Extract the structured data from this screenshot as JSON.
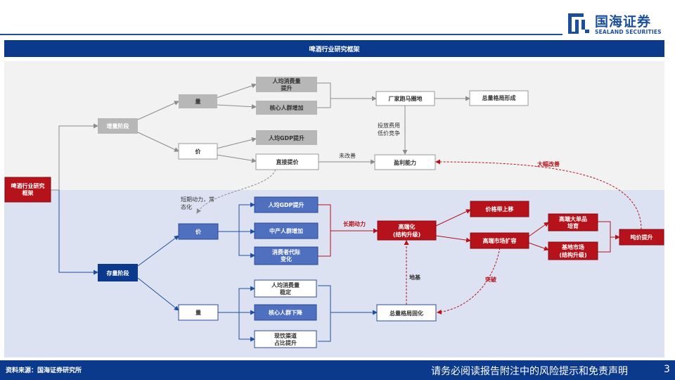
{
  "brand": {
    "name_cn": "国海证券",
    "name_en": "SEALAND SECURITIES",
    "color": "#1b4f9c"
  },
  "title": "啤酒行业研究框架",
  "colors": {
    "accent_blue": "#0b3a8c",
    "accent_red": "#b5121b",
    "gray_node": "#b7b7b7",
    "upper_bg": "#f2f2f2",
    "lower_bg": "#dde2f2"
  },
  "nodes": {
    "root": "啤酒行业研究框架",
    "growth_stage": "增量阶段",
    "volume_up": "量",
    "price_up": "价",
    "per_capita_consumption_up": "人均消费量提升",
    "core_population_increase": "核心人群增加",
    "gdp_up_upper": "人均GDP提升",
    "direct_price_increase": "直接提价",
    "land_grab": "厂家跑马圈地",
    "total_pattern_forming": "总量格局形成",
    "profitability": "盈利能力",
    "stock_stage": "存量阶段",
    "price_low": "价",
    "volume_low": "量",
    "gdp_up_lower": "人均GDP提升",
    "middle_class_increase": "中产人群增加",
    "consumer_generation_change": "消费者代际变化",
    "per_capita_consumption_stable": "人均消费量稳定",
    "core_population_decline": "核心人群下降",
    "onpremise_channel_up": "现饮渠道占比提升",
    "premiumization": "高端化",
    "premiumization_sub": "(结构升级)",
    "price_band_up": "价格带上移",
    "premium_market_expand": "高端市场扩容",
    "premium_big_item": "高端大单品培育",
    "base_market": "基地市场",
    "base_market_sub": "(结构升级)",
    "ton_price_up": "吨价提升",
    "total_pattern_solidify": "总量格局固化"
  },
  "labels": {
    "investment_cost": "投放费用",
    "price_competition": "低价竞争",
    "not_improved": "未改善",
    "greatly_improved": "大幅改善",
    "short_term_driver": "短期动力，常",
    "normalized": "态化",
    "long_term_driver": "长期动力",
    "foundation": "地基",
    "breakthrough": "突破"
  },
  "footer": {
    "source": "资料来源：国海证券研究所",
    "disclaimer": "请务必阅读报告附注中的风险提示和免责声明",
    "page": "3"
  }
}
